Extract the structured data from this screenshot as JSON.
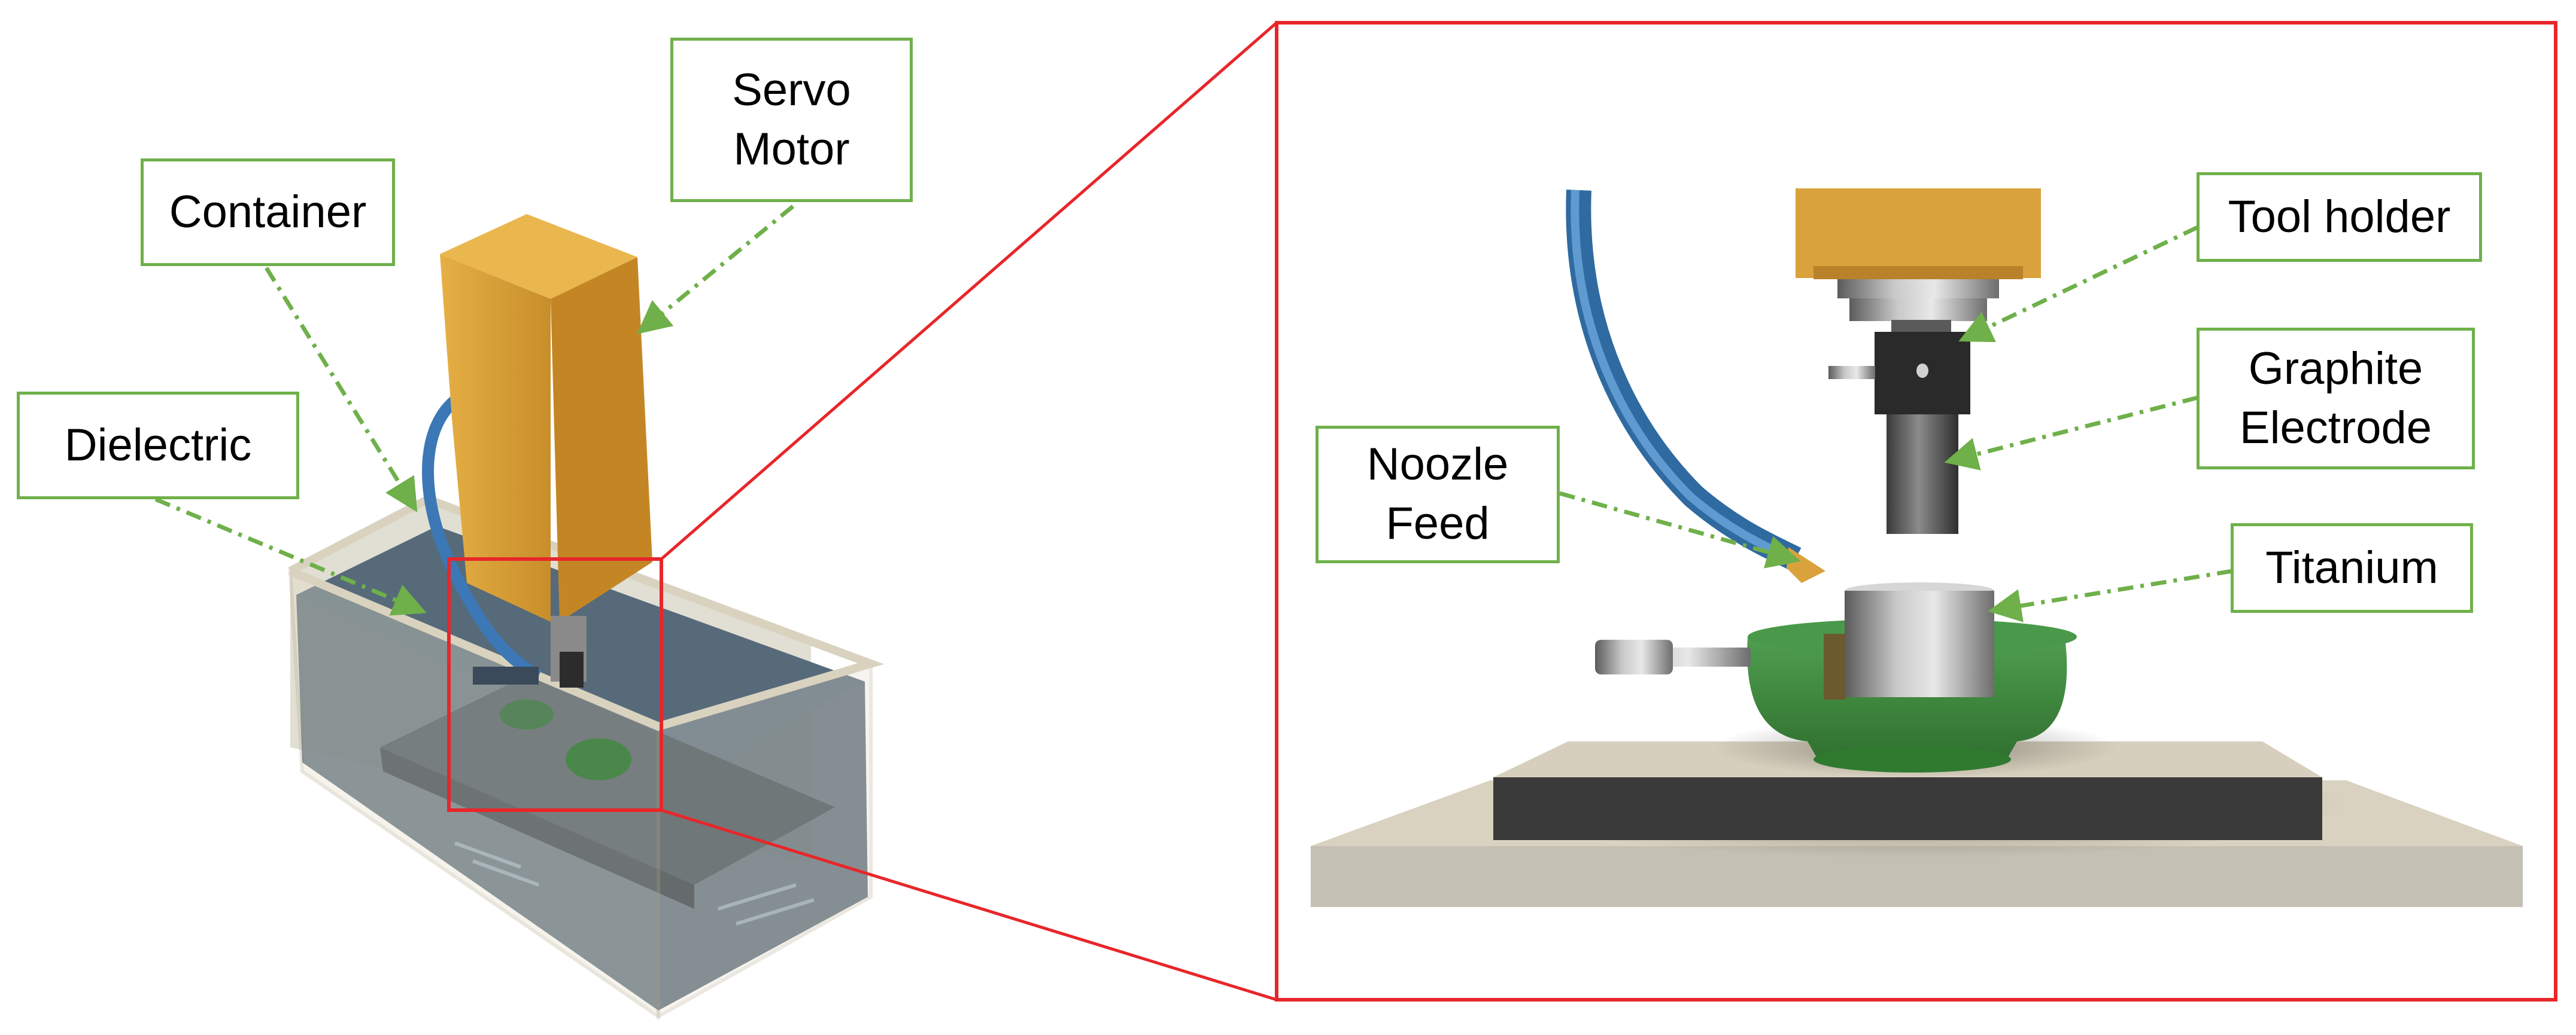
{
  "colors": {
    "label_border": "#6fb04a",
    "arrow": "#6fb04a",
    "zoom_frame": "#e8262a",
    "motor": "#d9a23c",
    "tube": "#3b78b5",
    "vise": "#3f8a3f",
    "metal": "#8e8e8e",
    "base_plate": "#d9d2c0",
    "dielectric_fluid": "#4a5e6e"
  },
  "left_assembly": {
    "labels": {
      "servo_motor": [
        "Servo",
        "Motor"
      ],
      "container": [
        "Container"
      ],
      "dielectric": [
        "Dielectric"
      ]
    }
  },
  "zoom_view": {
    "labels": {
      "tool_holder": [
        "Tool holder"
      ],
      "graphite_electrode": [
        "Graphite",
        "Electrode"
      ],
      "noozle_feed": [
        "Noozle",
        "Feed"
      ],
      "titanium": [
        "Titanium"
      ]
    }
  }
}
